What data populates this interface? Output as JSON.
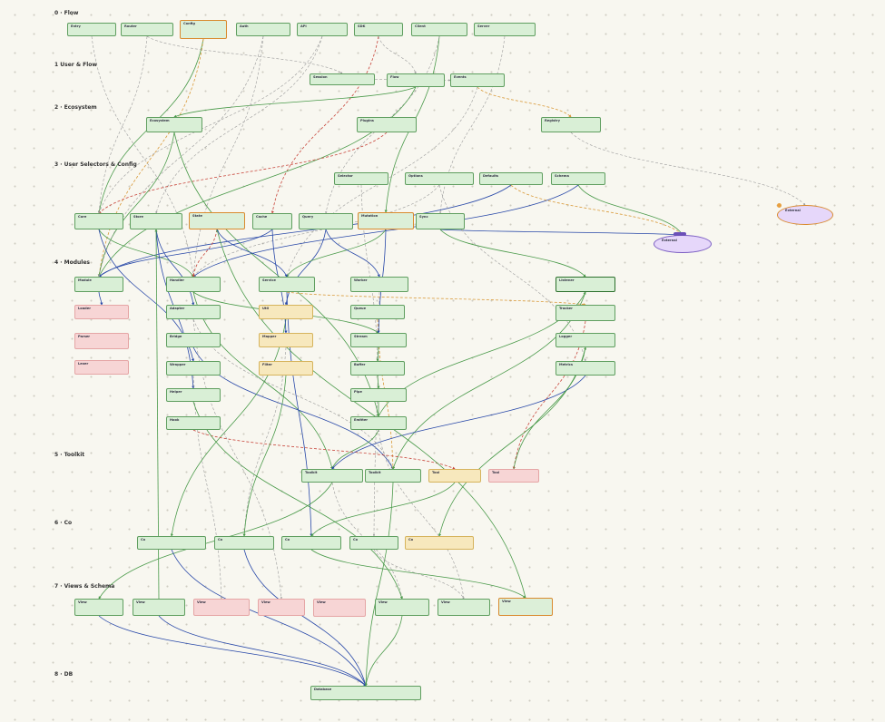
{
  "colors": {
    "green_fill": "#d9efd6",
    "green_border": "#5f9e5f",
    "red_fill": "#f7d5d5",
    "yellow_fill": "#f7e8bd",
    "purple_fill": "#e6d7fa",
    "orange_border": "#d98a2e",
    "edge_green": "#4a9a4a",
    "edge_blue": "#2848a8",
    "edge_gray": "#9a9a9a",
    "edge_red": "#c8463c",
    "edge_orange": "#d99a3a"
  },
  "lanes": [
    {
      "id": "L0",
      "label": "0 · Flow"
    },
    {
      "id": "L1",
      "label": "1 User & Flow"
    },
    {
      "id": "L2",
      "label": "2 · Ecosystem"
    },
    {
      "id": "L3",
      "label": "3 · User Selectors & Config"
    },
    {
      "id": "L4",
      "label": "4 · Modules"
    },
    {
      "id": "L5",
      "label": "5 · Toolkit"
    },
    {
      "id": "L6",
      "label": "6 · Co"
    },
    {
      "id": "L7",
      "label": "7 · Views & Schema"
    },
    {
      "id": "L8",
      "label": "8 · DB"
    }
  ],
  "nodes": [
    {
      "id": "n1",
      "title": "Entry",
      "style": "green"
    },
    {
      "id": "n2",
      "title": "Router",
      "style": "green"
    },
    {
      "id": "n3",
      "title": "Config",
      "style": "orange"
    },
    {
      "id": "n4",
      "title": "Auth",
      "style": "green"
    },
    {
      "id": "n5",
      "title": "API",
      "style": "green"
    },
    {
      "id": "n6",
      "title": "SDK",
      "style": "green"
    },
    {
      "id": "n7",
      "title": "Client",
      "style": "green"
    },
    {
      "id": "n8",
      "title": "Server",
      "style": "green"
    },
    {
      "id": "n9",
      "title": "Session",
      "style": "green"
    },
    {
      "id": "n10",
      "title": "Flow",
      "style": "green"
    },
    {
      "id": "n11",
      "title": "Events",
      "style": "green"
    },
    {
      "id": "n12",
      "title": "Ecosystem",
      "style": "green"
    },
    {
      "id": "n13",
      "title": "Plugins",
      "style": "green"
    },
    {
      "id": "n14",
      "title": "Registry",
      "style": "green"
    },
    {
      "id": "n15",
      "title": "Selector",
      "style": "green"
    },
    {
      "id": "n16",
      "title": "Options",
      "style": "green"
    },
    {
      "id": "n17",
      "title": "Defaults",
      "style": "green"
    },
    {
      "id": "n18",
      "title": "Schema",
      "style": "green"
    },
    {
      "id": "n19",
      "title": "Core",
      "style": "green"
    },
    {
      "id": "n20",
      "title": "Store",
      "style": "green"
    },
    {
      "id": "n21",
      "title": "State",
      "style": "orange"
    },
    {
      "id": "n22",
      "title": "Cache",
      "style": "green"
    },
    {
      "id": "n23",
      "title": "Query",
      "style": "green"
    },
    {
      "id": "n24",
      "title": "Mutation",
      "style": "orange"
    },
    {
      "id": "n25",
      "title": "Sync",
      "style": "green"
    },
    {
      "id": "n26",
      "title": "Module",
      "style": "green"
    },
    {
      "id": "n27",
      "title": "Loader",
      "style": "red"
    },
    {
      "id": "n28",
      "title": "Parser",
      "style": "red"
    },
    {
      "id": "n29",
      "title": "Lexer",
      "style": "red"
    },
    {
      "id": "n30",
      "title": "Handler",
      "style": "green"
    },
    {
      "id": "n31",
      "title": "Adapter",
      "style": "green"
    },
    {
      "id": "n32",
      "title": "Bridge",
      "style": "green"
    },
    {
      "id": "n33",
      "title": "Wrapper",
      "style": "green"
    },
    {
      "id": "n34",
      "title": "Helper",
      "style": "green"
    },
    {
      "id": "n35",
      "title": "Util",
      "style": "yellow"
    },
    {
      "id": "n36",
      "title": "Mapper",
      "style": "yellow"
    },
    {
      "id": "n37",
      "title": "Filter",
      "style": "yellow"
    },
    {
      "id": "n38",
      "title": "Service",
      "style": "green"
    },
    {
      "id": "n39",
      "title": "Worker",
      "style": "green"
    },
    {
      "id": "n40",
      "title": "Queue",
      "style": "green"
    },
    {
      "id": "n41",
      "title": "Stream",
      "style": "green"
    },
    {
      "id": "n42",
      "title": "Buffer",
      "style": "green"
    },
    {
      "id": "n43",
      "title": "Pipe",
      "style": "green"
    },
    {
      "id": "n44",
      "title": "Emitter",
      "style": "green"
    },
    {
      "id": "n45",
      "title": "Listener",
      "style": "green"
    },
    {
      "id": "n46",
      "title": "Hook",
      "style": "green"
    },
    {
      "id": "n47",
      "title": "Tracker",
      "style": "green"
    },
    {
      "id": "n48",
      "title": "Logger",
      "style": "green"
    },
    {
      "id": "n49",
      "title": "Metrics",
      "style": "green"
    },
    {
      "id": "n50",
      "title": "Toolkit",
      "style": "green"
    },
    {
      "id": "n51",
      "title": "Toolkit",
      "style": "green"
    },
    {
      "id": "n52",
      "title": "Tool",
      "style": "yellow"
    },
    {
      "id": "n53",
      "title": "Tool",
      "style": "red"
    },
    {
      "id": "n54",
      "title": "Co",
      "style": "green"
    },
    {
      "id": "n55",
      "title": "Co",
      "style": "green"
    },
    {
      "id": "n56",
      "title": "Co",
      "style": "green"
    },
    {
      "id": "n57",
      "title": "Co",
      "style": "green"
    },
    {
      "id": "n58",
      "title": "Co",
      "style": "yellow"
    },
    {
      "id": "n59",
      "title": "View",
      "style": "green"
    },
    {
      "id": "n60",
      "title": "View",
      "style": "green"
    },
    {
      "id": "n61",
      "title": "View",
      "style": "red"
    },
    {
      "id": "n62",
      "title": "View",
      "style": "red"
    },
    {
      "id": "n63",
      "title": "View",
      "style": "red"
    },
    {
      "id": "n64",
      "title": "View",
      "style": "green"
    },
    {
      "id": "n65",
      "title": "View",
      "style": "green"
    },
    {
      "id": "n66",
      "title": "View",
      "style": "orange"
    },
    {
      "id": "n67",
      "title": "Database",
      "style": "green"
    },
    {
      "id": "n68",
      "title": "External",
      "style": "purple"
    },
    {
      "id": "n69",
      "title": "External",
      "style": "purple"
    }
  ],
  "edges": [
    [
      "n3",
      "n19",
      "green"
    ],
    [
      "n3",
      "n26",
      "orange"
    ],
    [
      "n5",
      "n20",
      "gray"
    ],
    [
      "n6",
      "n22",
      "red"
    ],
    [
      "n7",
      "n24",
      "green"
    ],
    [
      "n7",
      "n23",
      "gray"
    ],
    [
      "n8",
      "n25",
      "gray"
    ],
    [
      "n2",
      "n19",
      "gray"
    ],
    [
      "n1",
      "n30",
      "gray"
    ],
    [
      "n4",
      "n30",
      "gray"
    ],
    [
      "n10",
      "n12",
      "green"
    ],
    [
      "n10",
      "n26",
      "green"
    ],
    [
      "n11",
      "n14",
      "orange"
    ],
    [
      "n11",
      "n38",
      "gray"
    ],
    [
      "n13",
      "n19",
      "red"
    ],
    [
      "n12",
      "n26",
      "green"
    ],
    [
      "n14",
      "n68",
      "gray"
    ],
    [
      "n18",
      "n69",
      "green"
    ],
    [
      "n18",
      "n30",
      "blue"
    ],
    [
      "n16",
      "n30",
      "gray"
    ],
    [
      "n17",
      "n26",
      "blue"
    ],
    [
      "n19",
      "n30",
      "green"
    ],
    [
      "n20",
      "n31",
      "blue"
    ],
    [
      "n21",
      "n30",
      "red"
    ],
    [
      "n22",
      "n26",
      "blue"
    ],
    [
      "n23",
      "n35",
      "blue"
    ],
    [
      "n24",
      "n38",
      "green"
    ],
    [
      "n25",
      "n69",
      "blue"
    ],
    [
      "n25",
      "n45",
      "green"
    ],
    [
      "n30",
      "n50",
      "green"
    ],
    [
      "n31",
      "n51",
      "gray"
    ],
    [
      "n32",
      "n51",
      "blue"
    ],
    [
      "n35",
      "n54",
      "green"
    ],
    [
      "n36",
      "n55",
      "gray"
    ],
    [
      "n38",
      "n56",
      "blue"
    ],
    [
      "n39",
      "n57",
      "gray"
    ],
    [
      "n40",
      "n51",
      "orange"
    ],
    [
      "n44",
      "n50",
      "green"
    ],
    [
      "n45",
      "n51",
      "green"
    ],
    [
      "n46",
      "n52",
      "red"
    ],
    [
      "n47",
      "n53",
      "red"
    ],
    [
      "n48",
      "n58",
      "green"
    ],
    [
      "n49",
      "n50",
      "blue"
    ],
    [
      "n50",
      "n59",
      "green"
    ],
    [
      "n50",
      "n64",
      "gray"
    ],
    [
      "n51",
      "n67",
      "green"
    ],
    [
      "n54",
      "n67",
      "blue"
    ],
    [
      "n55",
      "n67",
      "blue"
    ],
    [
      "n56",
      "n66",
      "green"
    ],
    [
      "n57",
      "n65",
      "gray"
    ],
    [
      "n59",
      "n67",
      "blue"
    ],
    [
      "n60",
      "n67",
      "blue"
    ],
    [
      "n64",
      "n67",
      "green"
    ],
    [
      "n66",
      "n21",
      "green"
    ],
    [
      "n30",
      "n41",
      "green"
    ],
    [
      "n38",
      "n47",
      "orange"
    ],
    [
      "n26",
      "n27",
      "blue"
    ],
    [
      "n19",
      "n33",
      "blue"
    ],
    [
      "n20",
      "n34",
      "blue"
    ],
    [
      "n22",
      "n36",
      "blue"
    ],
    [
      "n23",
      "n39",
      "blue"
    ],
    [
      "n12",
      "n44",
      "green"
    ],
    [
      "n15",
      "n42",
      "gray"
    ],
    [
      "n9",
      "n11",
      "gray"
    ],
    [
      "n2",
      "n9",
      "gray"
    ],
    [
      "n6",
      "n10",
      "gray"
    ],
    [
      "n5",
      "n19",
      "gray"
    ],
    [
      "n4",
      "n26",
      "gray"
    ],
    [
      "n44",
      "n45",
      "green"
    ],
    [
      "n41",
      "n42",
      "green"
    ],
    [
      "n42",
      "n43",
      "green"
    ],
    [
      "n43",
      "n44",
      "green"
    ],
    [
      "n17",
      "n69",
      "orange"
    ],
    [
      "n16",
      "n49",
      "gray"
    ],
    [
      "n33",
      "n61",
      "gray"
    ],
    [
      "n34",
      "n64",
      "green"
    ],
    [
      "n37",
      "n55",
      "green"
    ],
    [
      "n31",
      "n62",
      "gray"
    ],
    [
      "n21",
      "n38",
      "blue"
    ],
    [
      "n24",
      "n41",
      "blue"
    ],
    [
      "n60",
      "n20",
      "green"
    ],
    [
      "n65",
      "n44",
      "gray"
    ],
    [
      "n52",
      "n56",
      "green"
    ],
    [
      "n53",
      "n48",
      "green"
    ]
  ]
}
